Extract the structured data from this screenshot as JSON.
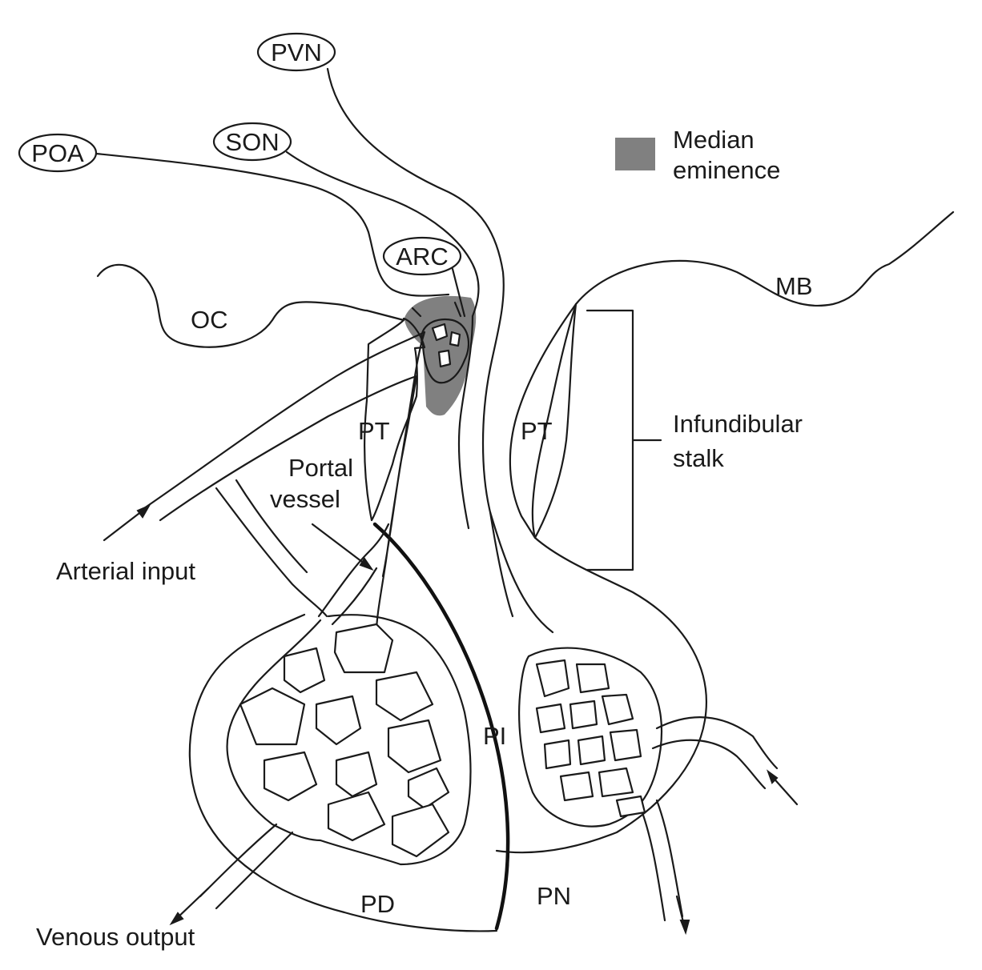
{
  "colors": {
    "median_eminence": "#808080",
    "stroke": "#1a1a1a",
    "stipple": "#b5b5b5"
  },
  "nuclei": {
    "pvn": "PVN",
    "son": "SON",
    "poa": "POA",
    "arc": "ARC"
  },
  "legend": {
    "line1": "Median",
    "line2": "eminence"
  },
  "labels": {
    "mb": "MB",
    "oc": "OC",
    "pt_left": "PT",
    "pt_right": "PT",
    "infundibular_line1": "Infundibular",
    "infundibular_line2": "stalk",
    "portal_line1": "Portal",
    "portal_line2": "vessel",
    "arterial_input": "Arterial input",
    "venous_output": "Venous output",
    "pd": "PD",
    "pi": "PI",
    "pn": "PN"
  }
}
